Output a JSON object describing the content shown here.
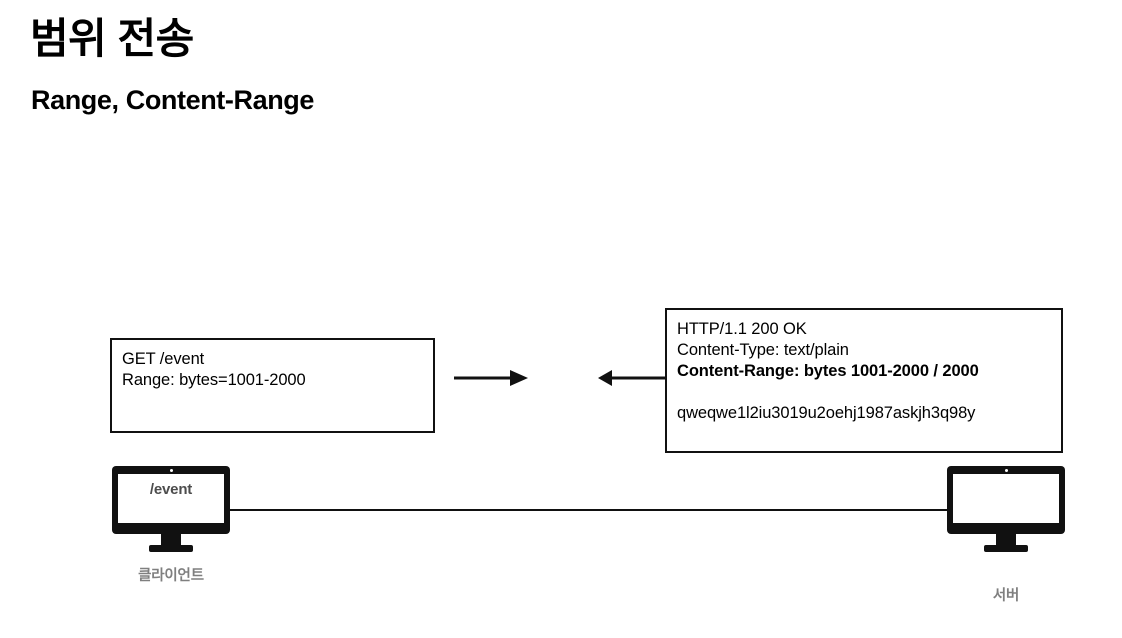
{
  "slide": {
    "title": "범위 전송",
    "subtitle": "Range, Content-Range"
  },
  "request_box": {
    "lines": [
      "GET /event",
      "Range: bytes=1001-2000"
    ]
  },
  "response_box": {
    "lines": [
      "HTTP/1.1  200 OK",
      "Content-Type: text/plain",
      "Content-Range: bytes 1001-2000 / 2000",
      "",
      "qweqwe1l2iu3019u2oehj1987askjh3q98y"
    ]
  },
  "arrows": {
    "request_direction": "right-arrow-icon",
    "response_direction": "left-arrow-icon"
  },
  "client": {
    "screen_text": "/event",
    "label": "클라이언트"
  },
  "server": {
    "screen_text": "",
    "label": "서버"
  },
  "colors": {
    "ink": "#111111",
    "label_gray": "#7f7f7f",
    "screen_text_gray": "#4d4d4d",
    "background": "#ffffff"
  }
}
